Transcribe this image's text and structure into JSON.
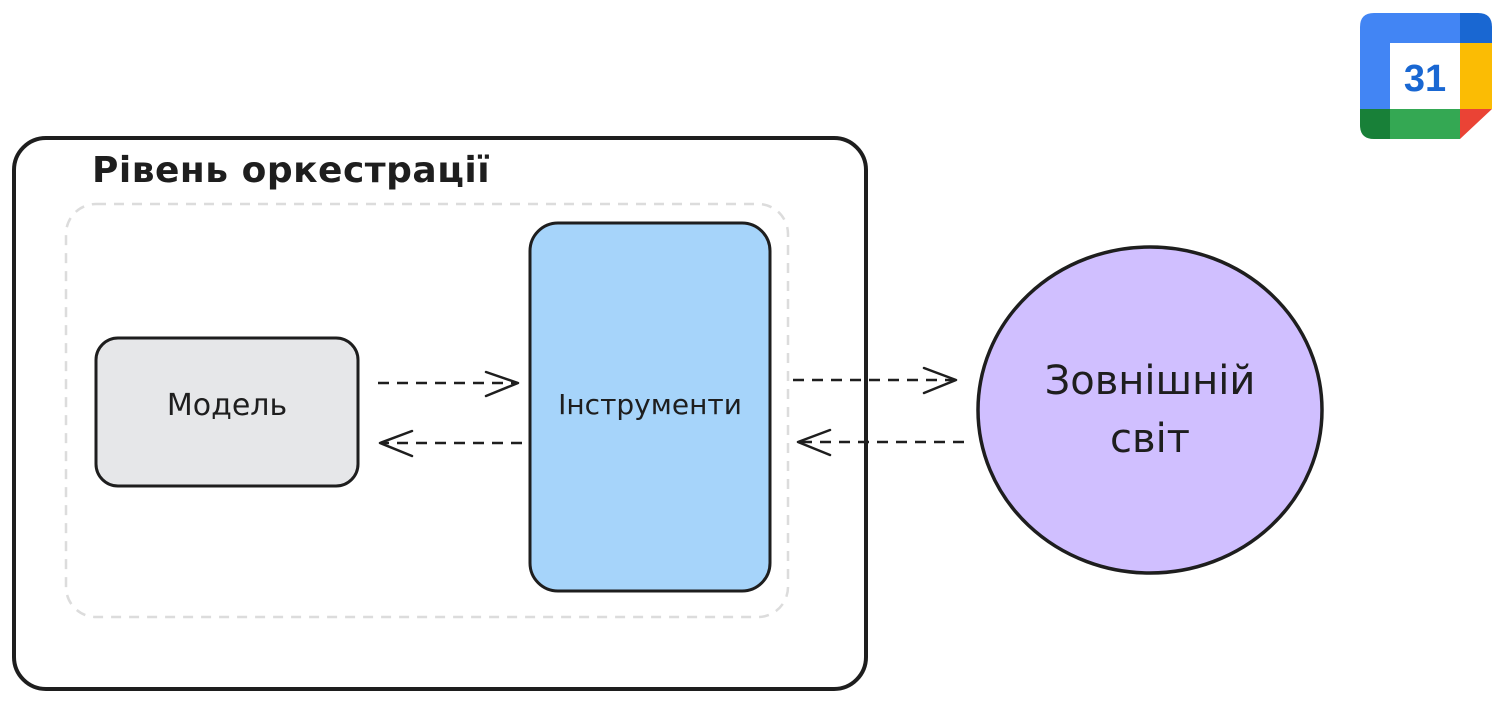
{
  "diagram": {
    "orchestration_layer": {
      "title": "Рівень оркестрації"
    },
    "model": {
      "label": "Модель"
    },
    "tools": {
      "label": "Інструменти"
    },
    "external_world": {
      "line1": "Зовнішній",
      "line2": "світ"
    },
    "arrows": [
      {
        "from": "model",
        "to": "tools",
        "style": "dashed"
      },
      {
        "from": "tools",
        "to": "model",
        "style": "dashed"
      },
      {
        "from": "tools",
        "to": "external_world",
        "style": "dashed"
      },
      {
        "from": "external_world",
        "to": "tools",
        "style": "dashed"
      }
    ],
    "colors": {
      "model_fill": "#e6e7e9",
      "tools_fill": "#a6d4fa",
      "world_fill": "#d0bfff",
      "stroke": "#1e1e1e",
      "inner_group_border": "#dcdcdc"
    }
  },
  "corner_logo": {
    "icon": "google-calendar-icon",
    "text": "31",
    "colors": {
      "blue": "#4285f4",
      "green": "#34a853",
      "yellow": "#fbbc04",
      "red": "#ea4335",
      "dark_green": "#188038",
      "dark_blue": "#1967d2"
    }
  }
}
